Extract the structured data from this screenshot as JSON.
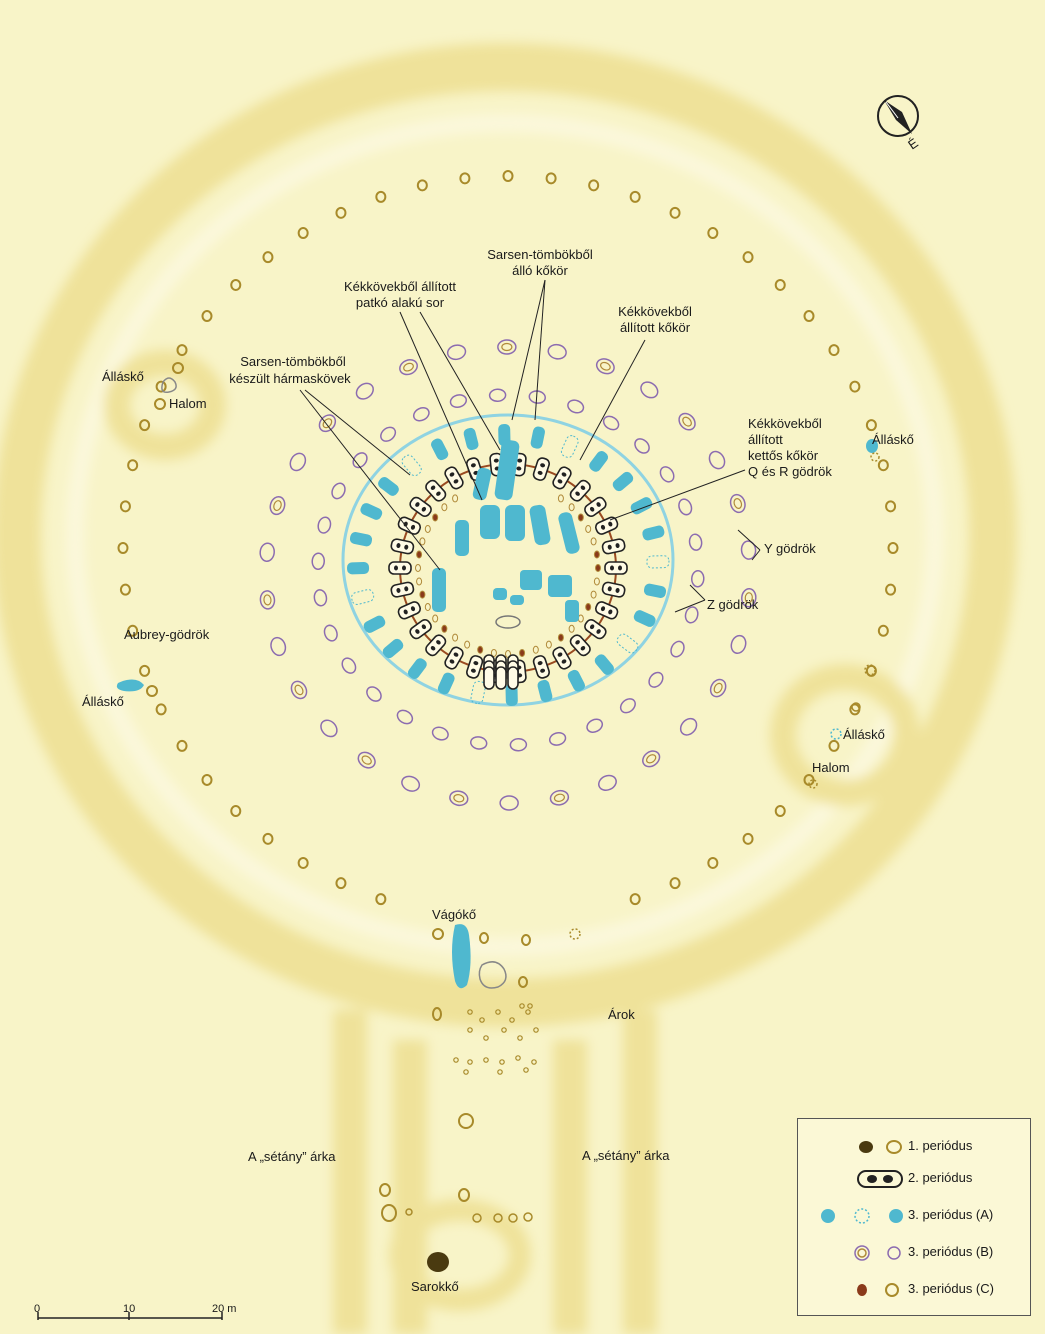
{
  "labels": {
    "sarsen_circle": [
      "Sarsen-tömbökből",
      "álló kőkör"
    ],
    "bluestone_horseshoe": [
      "Kékkövekből állított",
      "patkó alakú sor"
    ],
    "bluestone_circle": [
      "Kékkövekből",
      "állított kőkör"
    ],
    "sarsen_trilithons": [
      "Sarsen-tömbökből",
      "készült hármaskövek"
    ],
    "bluestone_double": [
      "Kékkövekből",
      "állított",
      "kettős kőkör",
      "Q és R gödrök"
    ],
    "y_holes": "Y gödrök",
    "z_holes": "Z gödrök",
    "aubrey": "Aubrey-gödrök",
    "station_nw": "Álláskő",
    "mound_nw": "Halom",
    "station_ne": "Álláskő",
    "station_w": "Álláskő",
    "station_se": "Álláskő",
    "mound_se": "Halom",
    "slaughter_stone": "Vágókő",
    "ditch": "Árok",
    "avenue_left": "A „sétány” árka",
    "avenue_right": "A „sétány” árka",
    "heel_stone": "Sarokkő",
    "compass_letter": "É"
  },
  "scale": {
    "ticks": [
      "0",
      "10",
      "20 m"
    ]
  },
  "legend": [
    {
      "text": "1. periódus"
    },
    {
      "text": "2. periódus"
    },
    {
      "text": "3. periódus (A)"
    },
    {
      "text": "3. periódus (B)"
    },
    {
      "text": "3. periódus (C)"
    }
  ],
  "colors": {
    "background": "#f8f4c8",
    "bank": "#efe39a",
    "aubrey_ring": "#a88a2a",
    "bluestone": "#4fb8cf",
    "period_b": "#8c6cb0",
    "period_c": "#8a3a1a",
    "heel_stone": "#4a3a10"
  },
  "icons": {
    "compass": "compass-icon"
  }
}
